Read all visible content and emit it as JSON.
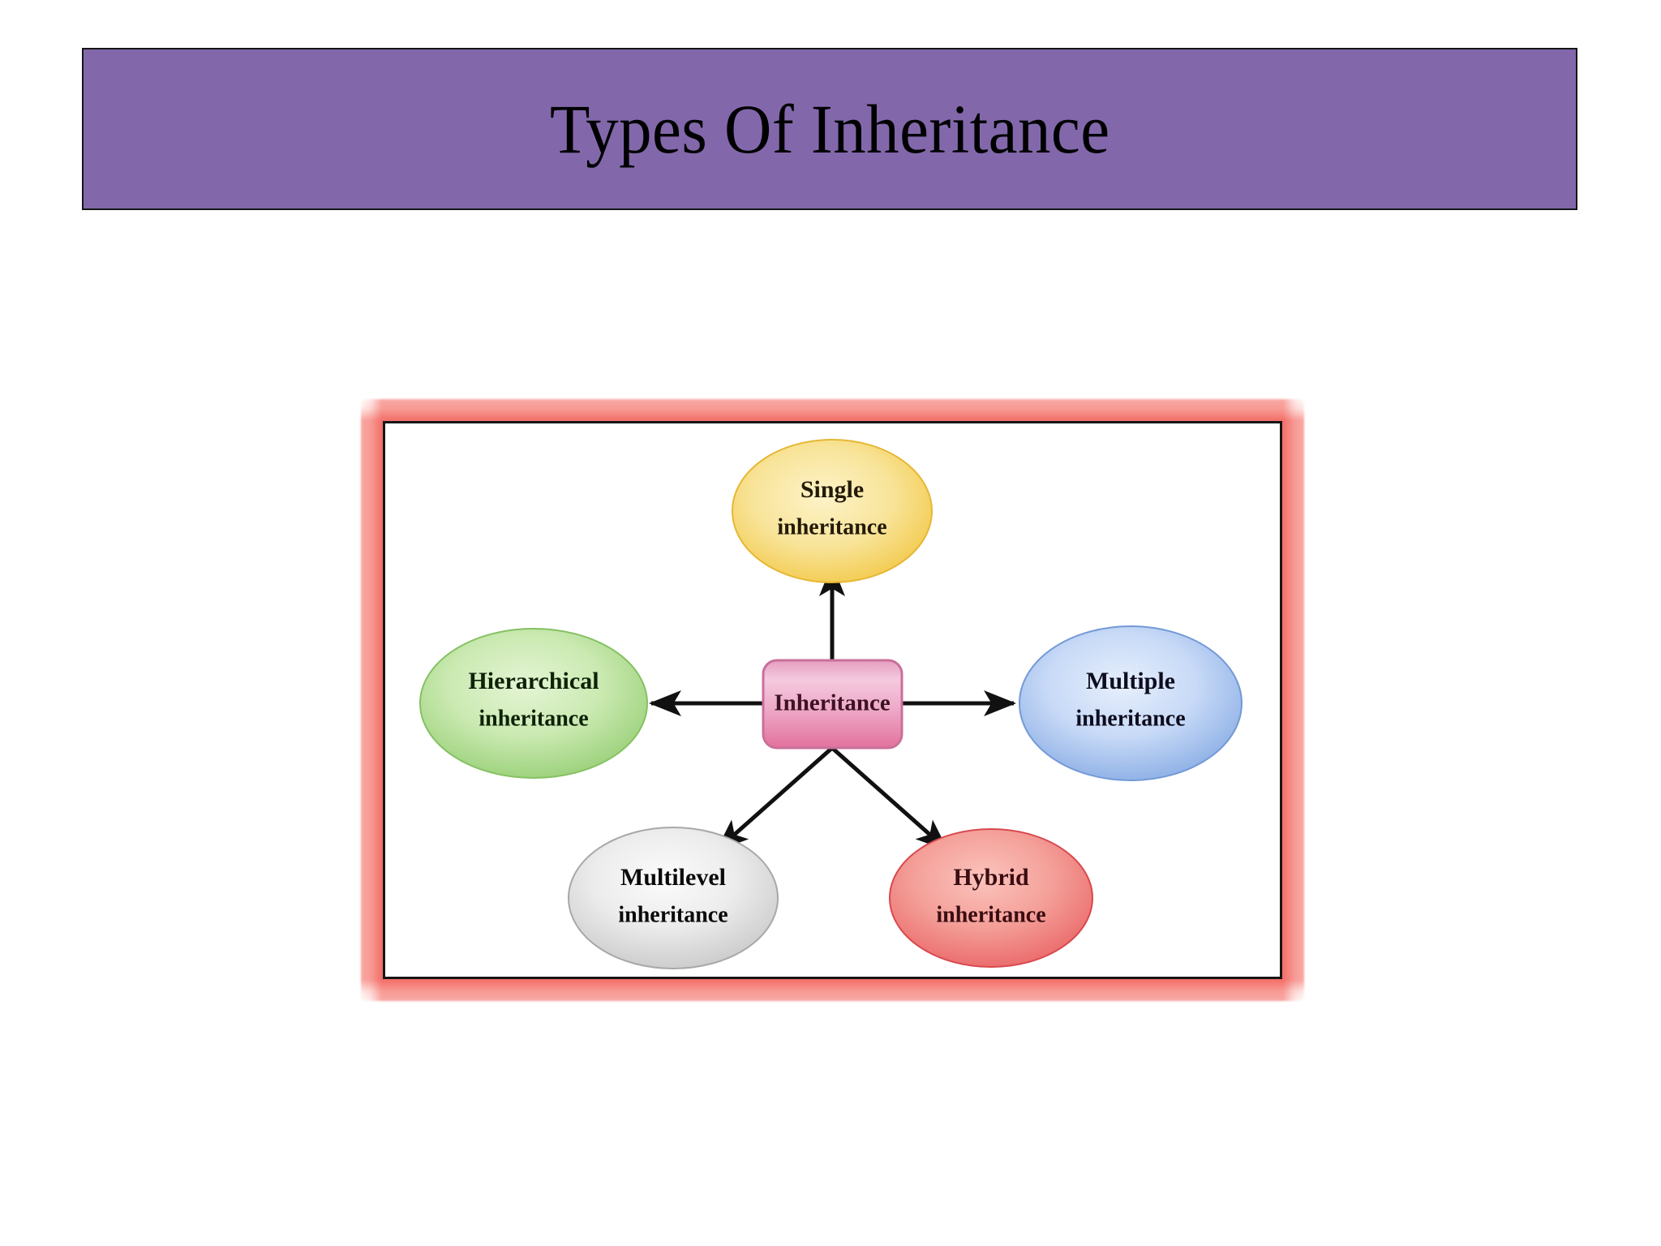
{
  "slide": {
    "title": "Types Of Inheritance",
    "banner_color": "#8268ab",
    "banner_border_color": "#161616",
    "background_color": "#ffffff"
  },
  "figure": {
    "frame_glow_color": "#f9a9a4",
    "frame_border_color": "#161616",
    "canvas_color": "#ffffff"
  },
  "chart_data": {
    "type": "diagram",
    "title": "Types Of Inheritance",
    "layout": "radial-hub-and-spoke",
    "center": {
      "id": "inheritance",
      "label": "Inheritance",
      "shape": "rounded-rectangle",
      "fill_top": "#f4c6da",
      "fill_bottom": "#e8799f",
      "stroke": "#c05f85",
      "text_color": "#3e1222"
    },
    "nodes": [
      {
        "id": "single",
        "label_line1": "Single",
        "label_line2": "inheritance",
        "shape": "ellipse",
        "fill_center": "#fbefbd",
        "fill_edge": "#f2c63f",
        "stroke": "#e0b42f",
        "text_color": "#231a08",
        "direction": "up"
      },
      {
        "id": "multiple",
        "label_line1": "Multiple",
        "label_line2": "inheritance",
        "shape": "ellipse",
        "fill_center": "#dbe8fb",
        "fill_edge": "#7ba3e0",
        "stroke": "#6e95d3",
        "text_color": "#0d0d1f",
        "direction": "right"
      },
      {
        "id": "hierarchical",
        "label_line1": "Hierarchical",
        "label_line2": "inheritance",
        "shape": "ellipse",
        "fill_center": "#d8eec3",
        "fill_edge": "#8dc96a",
        "stroke": "#7fbd5c",
        "text_color": "#0e2208",
        "direction": "left"
      },
      {
        "id": "multilevel",
        "label_line1": "Multilevel",
        "label_line2": "inheritance",
        "shape": "ellipse",
        "fill_center": "#f2f2f2",
        "fill_edge": "#c3c3c3",
        "stroke": "#a8a8a8",
        "text_color": "#0b0b0b",
        "direction": "down-left"
      },
      {
        "id": "hybrid",
        "label_line1": "Hybrid",
        "label_line2": "inheritance",
        "shape": "ellipse",
        "fill_center": "#f6a9a2",
        "fill_edge": "#e8595c",
        "stroke": "#d8494e",
        "text_color": "#3a0d12",
        "direction": "down-right"
      }
    ],
    "edges": [
      {
        "from": "inheritance",
        "to": "single",
        "style": "solid-arrow",
        "color": "#111111"
      },
      {
        "from": "inheritance",
        "to": "multiple",
        "style": "solid-arrow",
        "color": "#111111"
      },
      {
        "from": "inheritance",
        "to": "hierarchical",
        "style": "solid-arrow",
        "color": "#111111"
      },
      {
        "from": "inheritance",
        "to": "multilevel",
        "style": "solid-arrow",
        "color": "#111111"
      },
      {
        "from": "inheritance",
        "to": "hybrid",
        "style": "solid-arrow",
        "color": "#111111"
      }
    ]
  }
}
